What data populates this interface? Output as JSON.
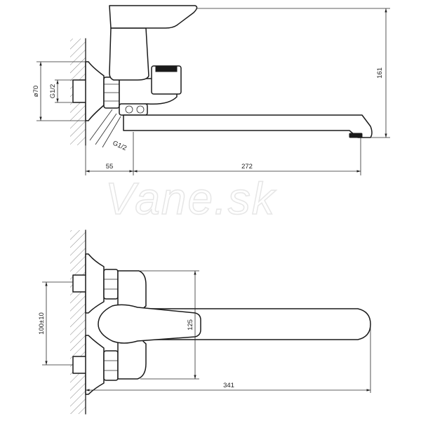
{
  "watermark": "Vane.sk",
  "side_view": {
    "dims": {
      "height": "161",
      "flange_dia": "ø70",
      "inlet_thread": "G1/2",
      "diverter_thread": "G1/2",
      "wall_offset": "55",
      "spout_reach": "272"
    }
  },
  "front_view": {
    "dims": {
      "inlet_spacing": "100±10",
      "handle_height": "125",
      "total_length": "341"
    }
  }
}
